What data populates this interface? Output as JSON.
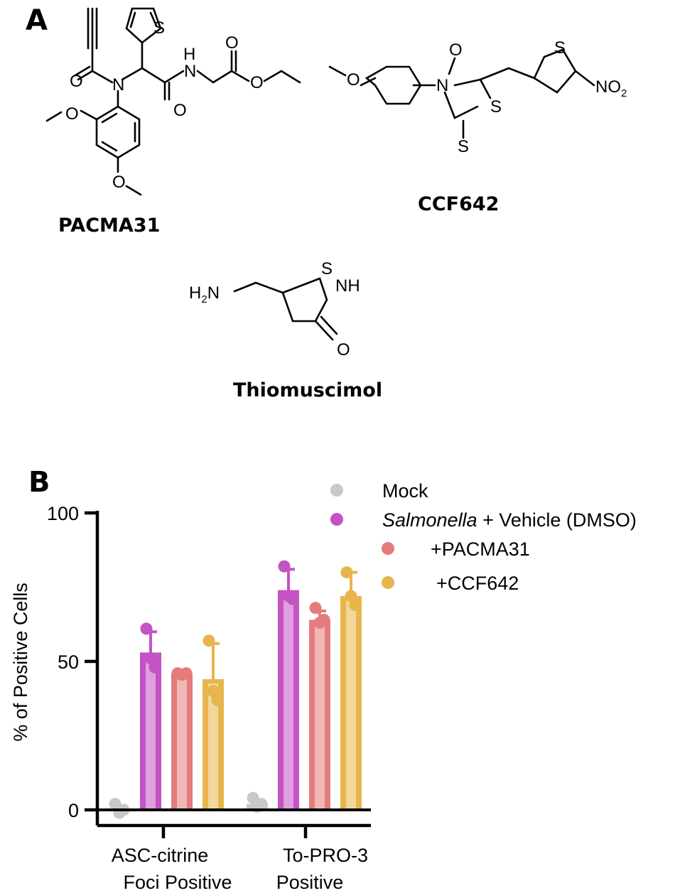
{
  "panels": {
    "a": "A",
    "b": "B"
  },
  "compounds": {
    "pacma31": "PACMA31",
    "ccf642": "CCF642",
    "thiomuscimol": "Thiomuscimol"
  },
  "atoms": {
    "N": "N",
    "O": "O",
    "S": "S",
    "H": "H",
    "NH": "NH",
    "H2N_main": "H",
    "H2N_sub": "2",
    "H2N_end": "N",
    "NO_main": "NO",
    "NO_sub": "2"
  },
  "chart_data": {
    "type": "bar",
    "ylabel": "% of Positive Cells",
    "xlabel": "",
    "ylim": [
      0,
      100
    ],
    "yticks": [
      0,
      50,
      100
    ],
    "categories": [
      "ASC-citrine\nFoci Positive",
      "To-PRO-3\nPositive"
    ],
    "category_lines": [
      [
        "ASC-citrine",
        "Foci Positive"
      ],
      [
        "To-PRO-3",
        "Positive"
      ]
    ],
    "legend_position": "top-right",
    "series": [
      {
        "name": "Mock",
        "color": "#c8c8c8",
        "values": [
          0,
          2
        ],
        "errors": [
          0,
          0
        ],
        "points": [
          [
            2,
            -1,
            0
          ],
          [
            4,
            1,
            2
          ]
        ]
      },
      {
        "name": "Salmonella + Vehicle (DMSO)",
        "name_italic": "Salmonella",
        "name_rest": " + Vehicle (DMSO)",
        "color": "#c453c4",
        "values": [
          53,
          74
        ],
        "errors": [
          7,
          7
        ],
        "points": [
          [
            61,
            51,
            48
          ],
          [
            82,
            72,
            71
          ]
        ]
      },
      {
        "name": "+PACMA31",
        "color": "#e47c7c",
        "values": [
          46,
          64
        ],
        "errors": [
          0.5,
          3
        ],
        "points": [
          [
            46,
            45.5,
            46
          ],
          [
            68,
            63,
            64
          ]
        ]
      },
      {
        "name": "+CCF642",
        "color": "#e8b54c",
        "values": [
          44,
          72
        ],
        "errors": [
          12,
          8
        ],
        "points": [
          [
            57,
            40,
            37
          ],
          [
            80,
            72,
            69
          ]
        ]
      }
    ]
  }
}
